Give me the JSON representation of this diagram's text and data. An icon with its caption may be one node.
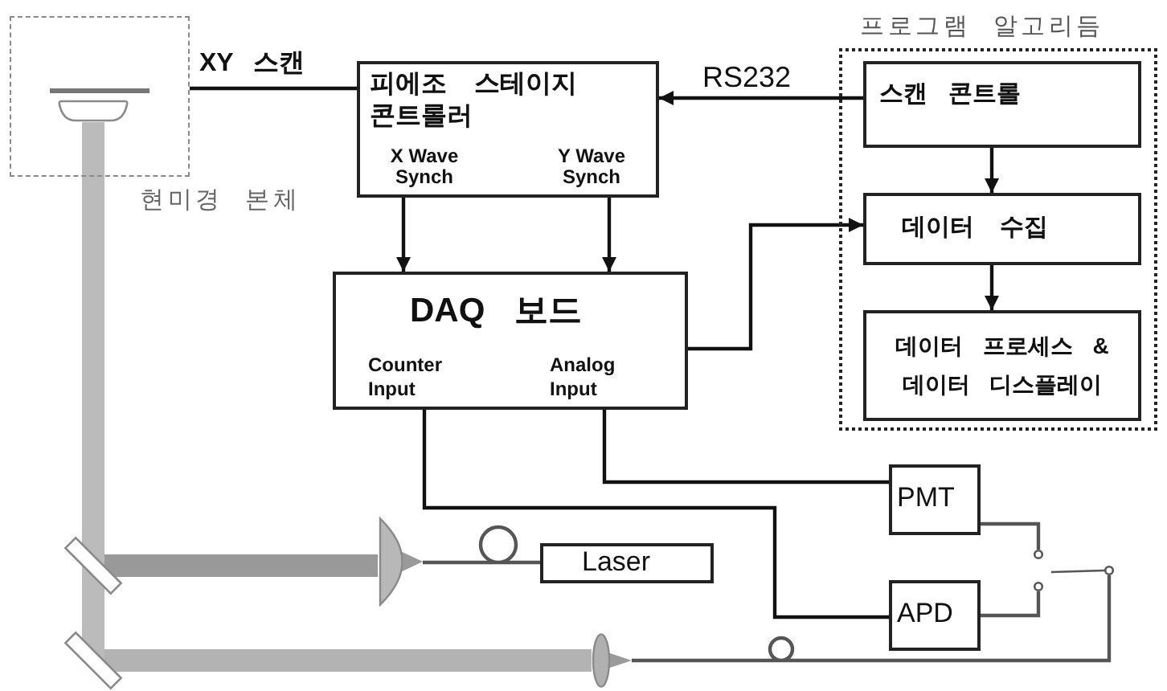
{
  "diagram": {
    "nodes": [
      {
        "text": [
          "현미경 본체"
        ]
      },
      {
        "text": [
          "피에조 스테이지 콘트롤러",
          "X Wave Synch",
          "Y Wave Synch"
        ]
      },
      {
        "text": [
          "프로그램 알고리듬"
        ]
      },
      {
        "text": [
          "스캔 콘트롤"
        ],
        "in": 2
      },
      {
        "text": [
          "데이터 수집"
        ],
        "in": 2
      },
      {
        "text": [
          "데이터 프로세스 & 데이터 디스플레이"
        ],
        "in": 2
      },
      {
        "text": [
          "DAQ 보드",
          "Counter Input",
          "Analog Input"
        ]
      },
      {
        "text": [
          "PMT"
        ]
      },
      {
        "text": [
          "APD"
        ]
      },
      {
        "text": [
          "Laser"
        ]
      },
      {
        "text": [],
        "shape": "lens",
        "in": 0
      },
      {
        "text": [],
        "shape": "mirror"
      },
      {
        "text": [],
        "shape": "mirror"
      },
      {
        "text": [],
        "shape": "lens"
      },
      {
        "text": [],
        "shape": "lens"
      },
      {
        "text": [],
        "shape": "switch"
      }
    ],
    "edges": [
      {
        "from": 1,
        "to": 0,
        "arrow": "none",
        "label": "XY 스캔"
      },
      {
        "from": 3,
        "to": 1,
        "arrow": "to",
        "label": "RS232"
      },
      {
        "from": 1,
        "to": 6,
        "arrow": "to"
      },
      {
        "from": 1,
        "to": 6,
        "arrow": "to"
      },
      {
        "from": 6,
        "to": 4,
        "arrow": "to"
      },
      {
        "from": 3,
        "to": 4,
        "arrow": "to"
      },
      {
        "from": 4,
        "to": 5,
        "arrow": "to"
      },
      {
        "from": 6,
        "to": 8,
        "arrow": "none"
      },
      {
        "from": 6,
        "to": 7,
        "arrow": "none"
      },
      {
        "from": 7,
        "to": 15,
        "arrow": "none",
        "color": "#555555"
      },
      {
        "from": 8,
        "to": 15,
        "arrow": "none",
        "color": "#555555"
      },
      {
        "from": 15,
        "to": 14,
        "arrow": "none",
        "color": "#555555"
      },
      {
        "from": 9,
        "to": 13,
        "arrow": "none",
        "color": "#555555"
      },
      {
        "from": 13,
        "to": 11,
        "arrow": "none",
        "style": "thick",
        "color": "#999999"
      },
      {
        "from": 14,
        "to": 12,
        "arrow": "none",
        "style": "thick",
        "color": "#b3b3b3"
      },
      {
        "from": 12,
        "to": 11,
        "arrow": "none",
        "style": "thick",
        "color": "#bbbbbb"
      },
      {
        "from": 11,
        "to": 10,
        "arrow": "none",
        "style": "thick",
        "color": "#bbbbbb"
      }
    ]
  }
}
